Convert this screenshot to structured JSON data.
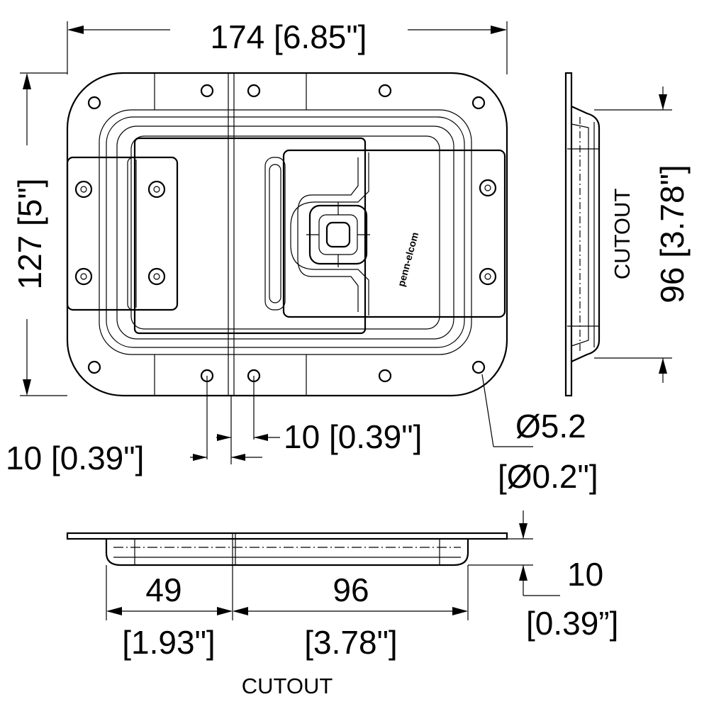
{
  "dimensions": {
    "width_top": "174 [6.85\"]",
    "height_left": "127 [5\"]",
    "cutout_side_value": "96 [3.78\"]",
    "cutout_side_label": "CUTOUT",
    "hole_spacing_left": "10 [0.39\"]",
    "hole_spacing_right": "10 [0.39\"]",
    "hole_diameter_mm": "Ø5.2",
    "hole_diameter_in": "[Ø0.2\"]",
    "bottom_left_mm": "49",
    "bottom_left_in": "[1.93\"]",
    "bottom_mid_mm": "96",
    "bottom_mid_in": "[3.78\"]",
    "bottom_cutout_label": "CUTOUT",
    "depth_mm": "10",
    "depth_in": "[0.39”]"
  },
  "brand": "penn-elcom"
}
